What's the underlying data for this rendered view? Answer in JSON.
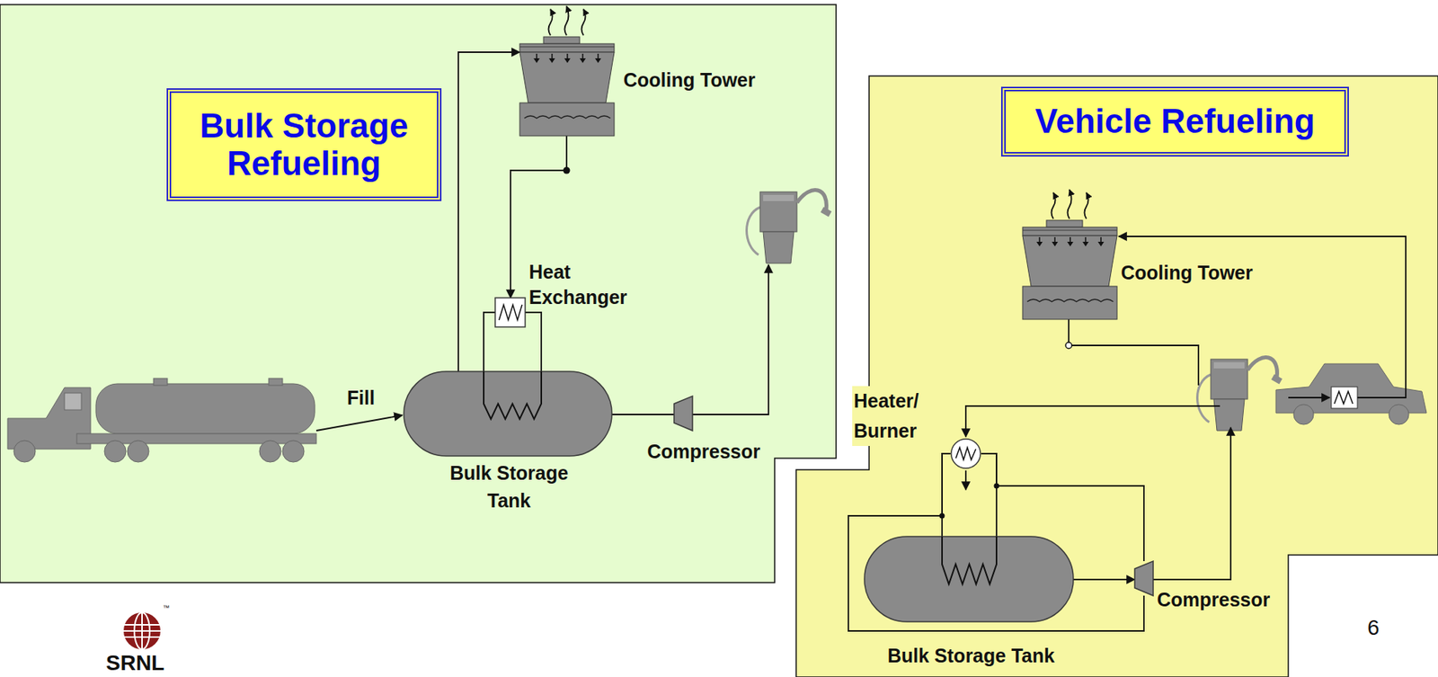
{
  "diagram": {
    "nodes": [
      {
        "text": [
          "Bulk Storage Refueling"
        ]
      },
      {
        "text": [
          "Cooling Tower"
        ]
      },
      {
        "text": [
          "Heat Exchanger"
        ]
      },
      {
        "text": [
          "Bulk Storage Tank"
        ]
      },
      {
        "text": [
          "Compressor"
        ]
      },
      {
        "text": [
          "Vehicle Refueling"
        ]
      },
      {
        "text": [
          "Cooling Tower"
        ]
      },
      {
        "text": [
          "Heater/ Burner"
        ]
      },
      {
        "text": [
          "Bulk Storage Tank"
        ]
      },
      {
        "text": [
          "Compressor"
        ]
      }
    ],
    "edges": [
      {
        "from": 1,
        "to": 2,
        "arrow": "to"
      },
      {
        "from": 2,
        "to": 3,
        "arrow": "none"
      },
      {
        "from": 2,
        "to": 3,
        "arrow": "none"
      },
      {
        "from": 3,
        "to": 1,
        "arrow": "to"
      },
      {
        "from": 3,
        "to": 4,
        "arrow": "none"
      },
      {
        "from": 7,
        "to": 8,
        "arrow": "none"
      },
      {
        "from": 7,
        "to": 8,
        "arrow": "none"
      },
      {
        "from": 7,
        "to": 9,
        "arrow": "none"
      },
      {
        "from": 7,
        "to": 9,
        "arrow": "none"
      },
      {
        "from": 8,
        "to": 9,
        "arrow": "to"
      }
    ],
    "labels": [
      "Fill",
      "6",
      "™",
      "SRNL"
    ]
  }
}
